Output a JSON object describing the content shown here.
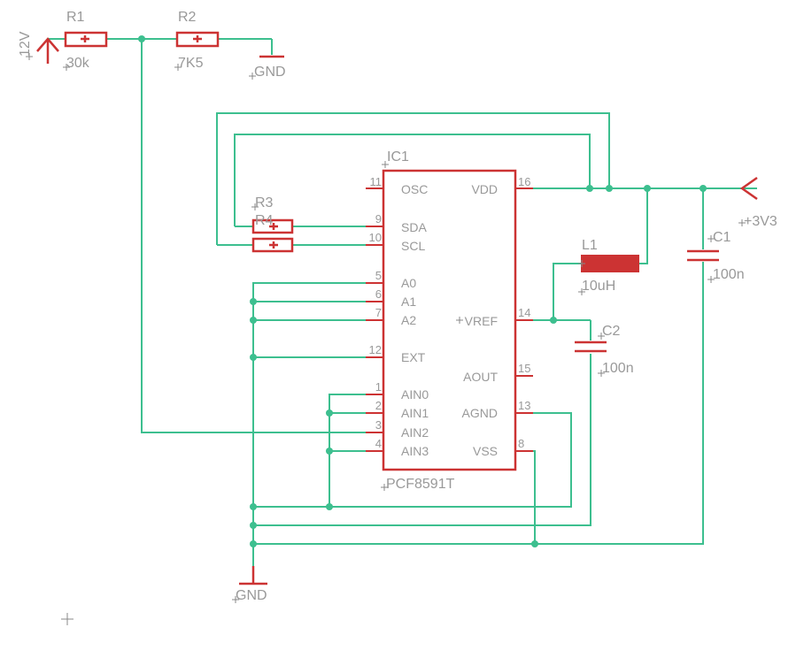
{
  "colors": {
    "wire": "#3dbf8f",
    "component": "#cc3333",
    "label": "#999999",
    "background": "#ffffff"
  },
  "power": {
    "v12": "12V",
    "v33": "+3V3",
    "gnd_top": "GND",
    "gnd_bottom": "GND"
  },
  "resistors": {
    "r1": {
      "name": "R1",
      "value": "30k"
    },
    "r2": {
      "name": "R2",
      "value": "7K5"
    },
    "r3": {
      "name": "R3"
    },
    "r4": {
      "name": "R4"
    }
  },
  "inductor": {
    "name": "L1",
    "value": "10uH"
  },
  "capacitors": {
    "c1": {
      "name": "C1",
      "value": "100n"
    },
    "c2": {
      "name": "C2",
      "value": "100n"
    }
  },
  "ic": {
    "name": "IC1",
    "part": "PCF8591T",
    "pins_left": [
      {
        "num": "11",
        "label": "OSC"
      },
      {
        "num": "9",
        "label": "SDA"
      },
      {
        "num": "10",
        "label": "SCL"
      },
      {
        "num": "5",
        "label": "A0"
      },
      {
        "num": "6",
        "label": "A1"
      },
      {
        "num": "7",
        "label": "A2"
      },
      {
        "num": "12",
        "label": "EXT"
      },
      {
        "num": "1",
        "label": "AIN0"
      },
      {
        "num": "2",
        "label": "AIN1"
      },
      {
        "num": "3",
        "label": "AIN2"
      },
      {
        "num": "4",
        "label": "AIN3"
      }
    ],
    "pins_right": [
      {
        "num": "16",
        "label": "VDD"
      },
      {
        "num": "14",
        "label": "VREF"
      },
      {
        "num": "15",
        "label": "AOUT"
      },
      {
        "num": "13",
        "label": "AGND"
      },
      {
        "num": "8",
        "label": "VSS"
      }
    ]
  }
}
